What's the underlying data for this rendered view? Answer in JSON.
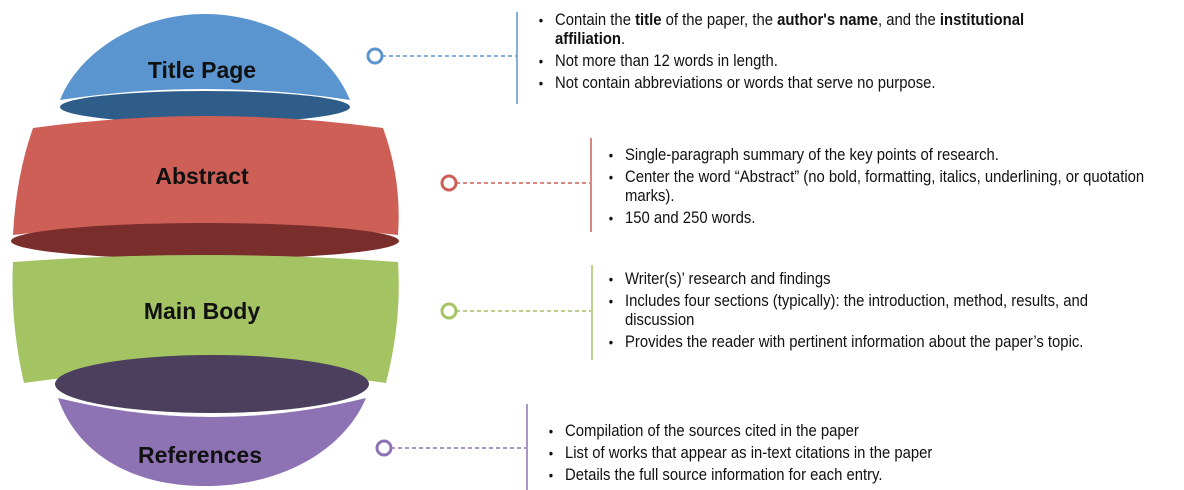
{
  "colors": {
    "title": "#5b95cf",
    "title_dark": "#2f5d8a",
    "abstract": "#cd5f57",
    "abstract_dark": "#7a2e2c",
    "main_body": "#a4c463",
    "main_body_dark": "#4c3f5d",
    "references": "#8d72b4"
  },
  "segments": [
    {
      "id": "title",
      "label": "Title Page"
    },
    {
      "id": "abstract",
      "label": "Abstract"
    },
    {
      "id": "main",
      "label": "Main Body"
    },
    {
      "id": "references",
      "label": "References"
    }
  ],
  "descriptions": {
    "title": {
      "bullets": [
        {
          "parts": [
            {
              "text": "Contain the ",
              "bold": false
            },
            {
              "text": "title",
              "bold": true
            },
            {
              "text": " of the paper, the ",
              "bold": false
            },
            {
              "text": "author's name",
              "bold": true
            },
            {
              "text": ", and the ",
              "bold": false
            },
            {
              "text": "institutional affiliation",
              "bold": true
            },
            {
              "text": ".",
              "bold": false
            }
          ]
        },
        {
          "parts": [
            {
              "text": "Not more than 12 words in length.",
              "bold": false
            }
          ]
        },
        {
          "parts": [
            {
              "text": "Not contain abbreviations or words that serve no purpose.",
              "bold": false
            }
          ]
        }
      ]
    },
    "abstract": {
      "bullets": [
        {
          "parts": [
            {
              "text": "Single-paragraph summary of the key points of research.",
              "bold": false
            }
          ]
        },
        {
          "parts": [
            {
              "text": "Center the word “Abstract” (no bold, formatting, italics, underlining, or quotation marks).",
              "bold": false
            }
          ]
        },
        {
          "parts": [
            {
              "text": "150 and 250 words.",
              "bold": false
            }
          ]
        }
      ]
    },
    "main": {
      "bullets": [
        {
          "parts": [
            {
              "text": "Writer(s)’ research and findings",
              "bold": false
            }
          ]
        },
        {
          "parts": [
            {
              "text": "Includes four sections (typically): the introduction, method, results, and discussion",
              "bold": false
            }
          ]
        },
        {
          "parts": [
            {
              "text": "Provides the reader with pertinent information about the paper’s topic.",
              "bold": false
            }
          ]
        }
      ]
    },
    "references": {
      "bullets": [
        {
          "parts": [
            {
              "text": "Compilation of the sources cited in the paper",
              "bold": false
            }
          ]
        },
        {
          "parts": [
            {
              "text": "List of works that appear as in-text citations in the paper",
              "bold": false
            }
          ]
        },
        {
          "parts": [
            {
              "text": "Details the full source information for each entry.",
              "bold": false
            }
          ]
        }
      ]
    }
  }
}
